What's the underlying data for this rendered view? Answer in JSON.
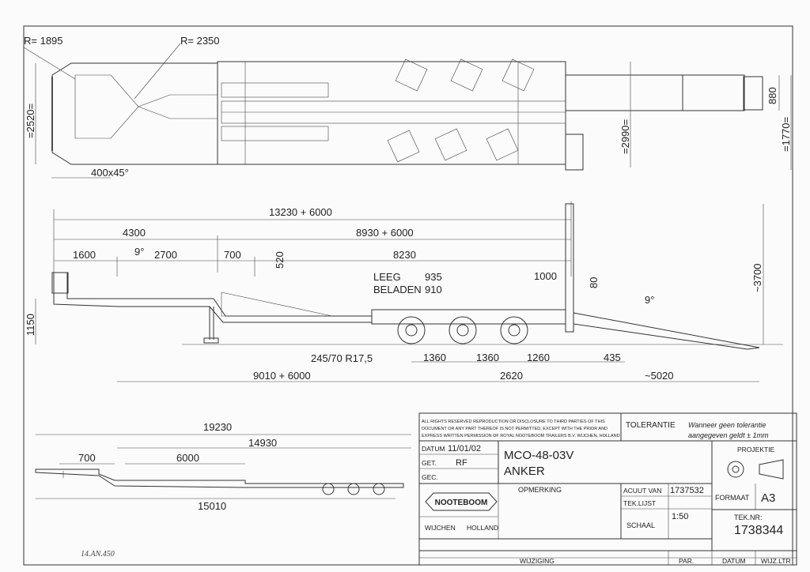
{
  "top_view": {
    "r1": "R= 1895",
    "r2": "R= 2350",
    "width_total": "=2520=",
    "chamfer": "400x45°",
    "ramp_width": "=2990=",
    "ramp_880": "880",
    "ramp_1770": "=1770="
  },
  "side_view": {
    "total_length": "13230 + 6000",
    "gooseneck_len": "4300",
    "deck_len": "8930 + 6000",
    "d1600": "1600",
    "d2700": "2700",
    "angle_9a": "9°",
    "d700": "700",
    "d520": "520",
    "d8230": "8230",
    "leeg_label": "LEEG",
    "leeg_value": "935",
    "beladen_label": "BELADEN",
    "beladen_value": "910",
    "d1000": "1000",
    "d80": "80",
    "d3700": "~3700",
    "angle_9b": "9°",
    "d1150": "1150",
    "tyre": "245/70 R17,5",
    "axle1": "1360",
    "axle2": "1360",
    "axle3": "1260",
    "d435": "435",
    "d9010": "9010 + 6000",
    "d2620": "2620",
    "d5020": "~5020"
  },
  "small_view": {
    "d19230": "19230",
    "d14930": "14930",
    "d700": "700",
    "d6000": "6000",
    "d15010": "15010"
  },
  "handwriting": "14.AN.450",
  "title_block": {
    "rights": [
      "ALL RIGHTS RESERVED REPRODUCTION OR DISCLOSURE TO THIRD PARTIES OF THIS",
      "DOCUMENT OR ANY PART THEREOF IS NOT PERMITTED, EXCEPT WITH THE PRIOR AND",
      "EXPRESS WRITTEN PERMISSION OF ROYAL NOOTEBOOM TRAILERS B.V. WIJCHEN, HOLLAND"
    ],
    "tolerantie_label": "TOLERANTIE",
    "tolerantie_text1": "Wanneer geen tolerantie",
    "tolerantie_text2": "aangegeven geldt ± 1mm",
    "datum_label": "DATUM",
    "datum_value": "11/01/02",
    "get_label": "GET.",
    "get_value": "RF",
    "gec_label": "GEC.",
    "model": "MCO-48-03V",
    "anker": "ANKER",
    "projektie_label": "PROJEKTIE",
    "opmerking_label": "OPMERKING",
    "acuut_label": "ACUUT VAN",
    "acuut_value": "1737532",
    "tek_lijst_label": "TEK.LIJST",
    "formaat_label": "FORMAAT",
    "formaat_value": "A3",
    "logo": "NOOTEBOOM",
    "schaal_label": "SCHAAL",
    "schaal_value": "1:50",
    "teknr_label": "TEK.NR:",
    "teknr_value": "1738344",
    "wijchen": "WIJCHEN",
    "holland": "HOLLAND",
    "wijziging_label": "WIJZIGING",
    "par_label": "PAR.",
    "datum2_label": "DATUM",
    "wijz_label": "WIJZ.LTR"
  }
}
